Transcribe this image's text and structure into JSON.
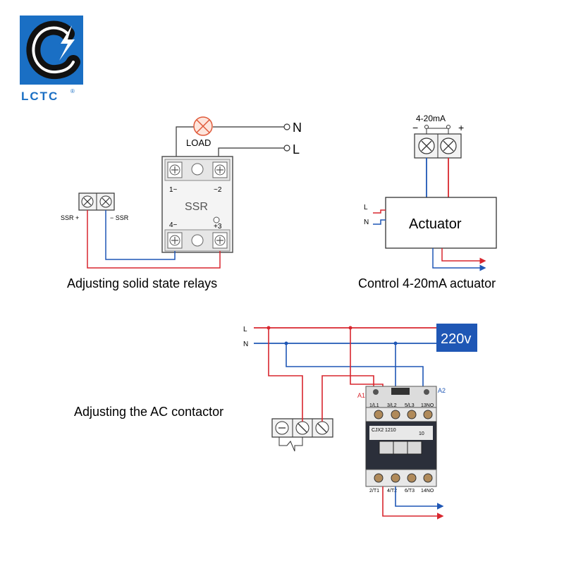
{
  "logo": {
    "text": "LCTC",
    "registered": "®",
    "colors": {
      "blue": "#1a6fc4",
      "dark": "#111111"
    }
  },
  "ssr_diagram": {
    "caption": "Adjusting solid state relays",
    "load_label": "LOAD",
    "n_label": "N",
    "l_label": "L",
    "ssr_label": "SSR",
    "terminal_1": "1~",
    "terminal_2": "~2",
    "terminal_4": "4−",
    "terminal_3": "+3",
    "ssr_plus_label": "SSR +",
    "ssr_minus_label": "− SSR"
  },
  "actuator_diagram": {
    "caption": "Control 4-20mA actuator",
    "signal_label": "4-20mA",
    "minus": "−",
    "plus": "+",
    "box_label": "Actuator",
    "l_label": "L",
    "n_label": "N"
  },
  "contactor_diagram": {
    "caption": "Adjusting the AC contactor",
    "l_label": "L",
    "n_label": "N",
    "voltage_label": "220v",
    "a1_label": "A1",
    "a2_label": "A2",
    "top_terminals": [
      "1/L1",
      "3/L2",
      "5/L3",
      "13NO"
    ],
    "bottom_terminals": [
      "2/T1",
      "4/T2",
      "6/T3",
      "14NO"
    ],
    "model_label": "CJX2 1210",
    "model_number": "10"
  },
  "colors": {
    "red": "#d8262e",
    "blue": "#1f57b5",
    "voltage_bg": "#1f57b5"
  }
}
